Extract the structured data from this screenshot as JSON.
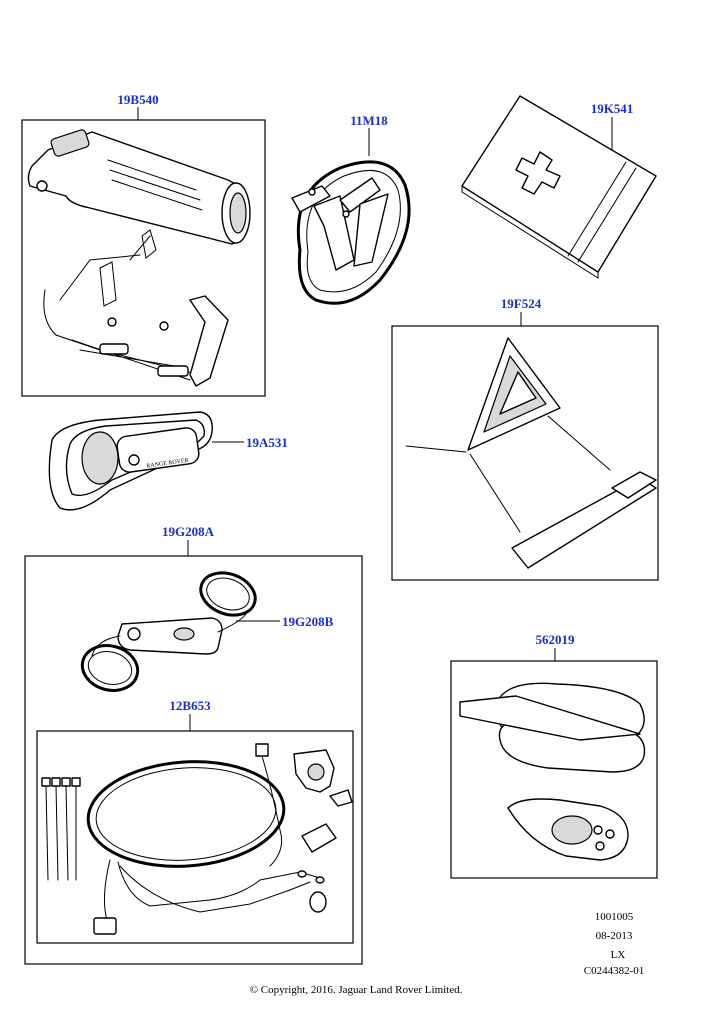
{
  "callouts": {
    "c19B540": "19B540",
    "c11M18": "11M18",
    "c19K541": "19K541",
    "c19F524": "19F524",
    "c19A531": "19A531",
    "c19G208A": "19G208A",
    "c19G208B": "19G208B",
    "c12B653": "12B653",
    "c562019": "562019"
  },
  "product_labels": {
    "flashlight_brand": "RANGE ROVER"
  },
  "reference": {
    "line1": "1001005",
    "line2": "08-2013",
    "line3": "LX",
    "line4": "C0244382-01"
  },
  "copyright": "© Copyright, 2016. Jaguar Land Rover Limited."
}
